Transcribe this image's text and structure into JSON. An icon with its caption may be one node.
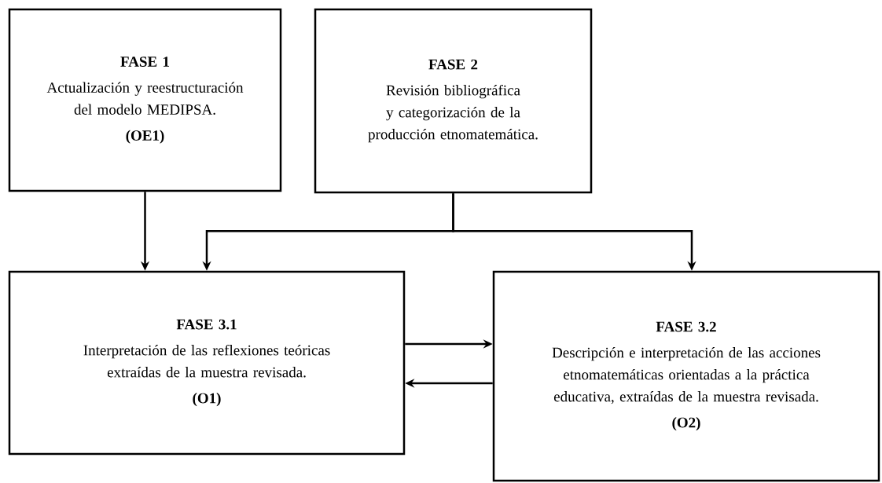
{
  "diagram": {
    "nodes": [
      {
        "text": [
          "FASE 1",
          "Actualización y reestructuración del modelo MEDIPSA.",
          "(OE1)"
        ]
      },
      {
        "text": [
          "FASE 2",
          "Revisión bibliográfica y categorización de la producción etnomatemática."
        ]
      },
      {
        "text": [
          "FASE 3.1",
          "Interpretación de las reflexiones teóricas extraídas de la muestra revisada.",
          "(O1)"
        ]
      },
      {
        "text": [
          "FASE 3.2",
          "Descripción e interpretación de las acciones etnomatemáticas orientadas a la práctica educativa, extraídas de la muestra revisada.",
          "(O2)"
        ]
      }
    ],
    "edges": [
      {
        "from": 0,
        "to": 2,
        "arrow": "to"
      },
      {
        "from": 1,
        "to": 2,
        "arrow": "to"
      },
      {
        "from": 1,
        "to": 3,
        "arrow": "to"
      },
      {
        "from": 2,
        "to": 3,
        "arrow": "to"
      },
      {
        "from": 3,
        "to": 2,
        "arrow": "to"
      }
    ]
  }
}
